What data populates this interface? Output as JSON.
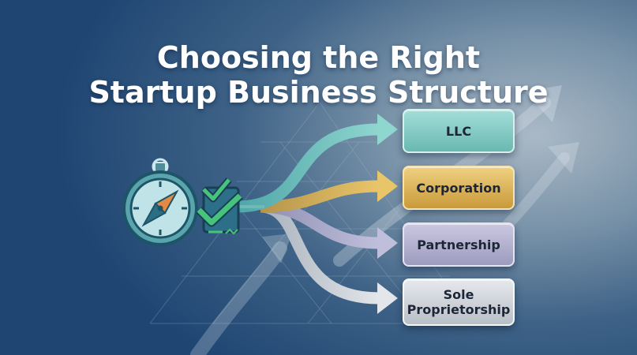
{
  "title": {
    "line1": "Choosing the Right",
    "line2": "Startup Business Structure"
  },
  "options": [
    {
      "label": "LLC",
      "color": "#7cc9c1"
    },
    {
      "label": "Corporation",
      "color": "#e0b85a"
    },
    {
      "label": "Partnership",
      "color": "#a9a7c9"
    },
    {
      "label": "Sole\nProprietorship",
      "color": "#c9cdd3"
    }
  ],
  "icons": {
    "left": "compass-icon",
    "center": "checklist-icon"
  },
  "colors": {
    "background_dark": "#1f4673",
    "background_light": "#aab9c6",
    "icon_teal": "#2e8a91",
    "check_green": "#2fb26a"
  }
}
